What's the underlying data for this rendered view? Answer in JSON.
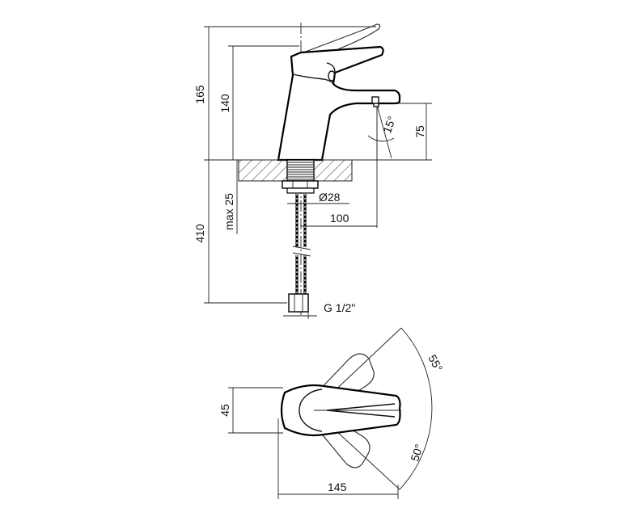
{
  "dimensions": {
    "total_height": "165",
    "spout_height": "140",
    "aerator_height": "75",
    "spout_angle": "15°",
    "below_deck_length": "410",
    "max_deck_thickness": "max 25",
    "mounting_hole": "Ø28",
    "spout_reach": "100",
    "connection_thread": "G 1/2\"",
    "body_width": "45",
    "plan_length": "145",
    "lever_angle_top": "55°",
    "lever_angle_bottom": "50°"
  }
}
